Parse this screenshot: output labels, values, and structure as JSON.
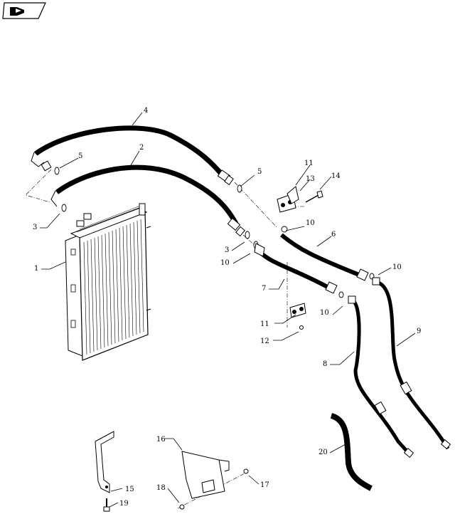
{
  "nav": {
    "icon": "previous-page-arrow-icon"
  },
  "callouts": {
    "c1": "1",
    "c2": "2",
    "c3a": "3",
    "c3b": "3",
    "c4": "4",
    "c5a": "5",
    "c5b": "5",
    "c6": "6",
    "c7": "7",
    "c8": "8",
    "c9": "9",
    "c10a": "10",
    "c10b": "10",
    "c10c": "10",
    "c10d": "10",
    "c11a": "11",
    "c11b": "11",
    "c12": "12",
    "c13": "13",
    "c14": "14",
    "c15": "15",
    "c16": "16",
    "c17": "17",
    "c18": "18",
    "c19": "19",
    "c20": "20"
  }
}
